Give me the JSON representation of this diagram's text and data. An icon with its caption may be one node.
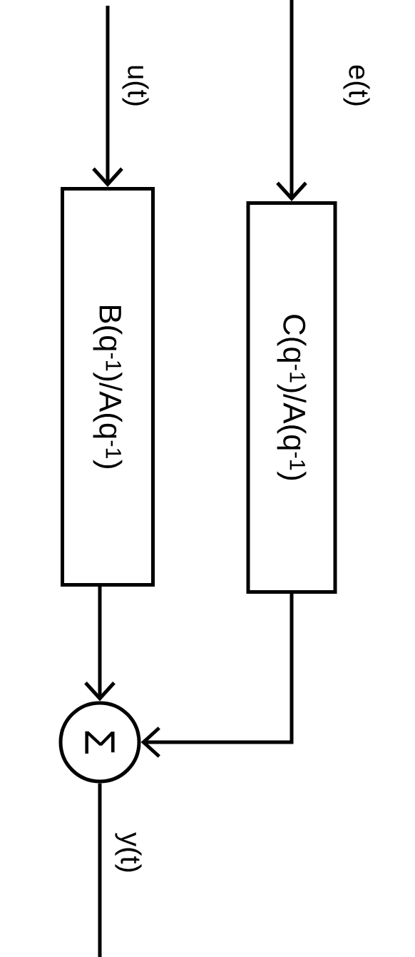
{
  "diagram": {
    "nodes": [
      {
        "text": [
          "B(q$^{-1}$)/A(q$^{-1}$)"
        ]
      },
      {
        "text": [
          "C(q$^{-1}$)/A(q$^{-1}$)"
        ]
      },
      {
        "text": [
          "Σ"
        ]
      }
    ],
    "edges": [
      {
        "from": null,
        "to": 0,
        "arrow": "to",
        "label": "u(t)"
      },
      {
        "from": null,
        "to": 1,
        "arrow": "to",
        "label": "e(t)"
      },
      {
        "from": 0,
        "to": 2,
        "arrow": "to"
      },
      {
        "from": 1,
        "to": 2,
        "arrow": "to"
      },
      {
        "from": 2,
        "to": null,
        "arrow": "none",
        "label": "y(t)"
      }
    ]
  }
}
